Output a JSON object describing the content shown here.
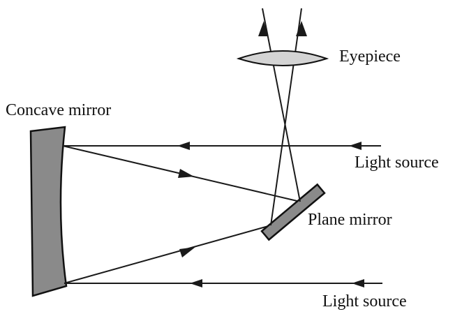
{
  "labels": {
    "concave_mirror": "Concave mirror",
    "eyepiece": "Eyepiece",
    "light_source_top": "Light source",
    "plane_mirror": "Plane mirror",
    "light_source_bottom": "Light source"
  },
  "colors": {
    "ray": "#1a1a1a",
    "mirror_fill": "#8a8a8a",
    "lens_fill": "#d4d4d4",
    "text": "#111111"
  }
}
